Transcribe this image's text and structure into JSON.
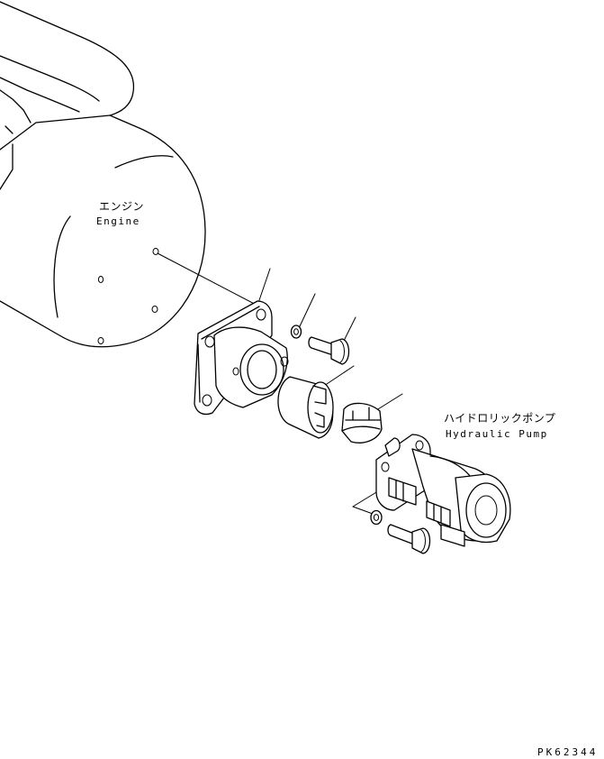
{
  "labels": {
    "engine_jp": "エンジン",
    "engine_en": "Engine",
    "pump_jp": "ハイドロリックポンプ",
    "pump_en": "Hydraulic Pump",
    "drawing_code": "PK62344"
  },
  "colors": {
    "line": "#000000",
    "background": "#ffffff"
  }
}
